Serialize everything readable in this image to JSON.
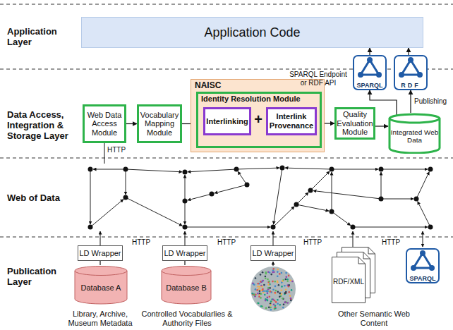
{
  "diagram": {
    "nodes": [
      {
        "text": [
          "Application Code"
        ]
      },
      {
        "text": [
          "SPARQL"
        ]
      },
      {
        "text": [
          "RDF"
        ]
      },
      {
        "text": [
          "Web Data Access Module"
        ]
      },
      {
        "text": [
          "Vocabulary Mapping Module"
        ]
      },
      {
        "text": [
          "NAISC"
        ]
      },
      {
        "text": [
          "Identity Resolution Module"
        ],
        "in": 5
      },
      {
        "text": [
          "Interlinking"
        ],
        "in": 6
      },
      {
        "text": [
          "Interlink Provenance"
        ],
        "in": 6
      },
      {
        "text": [
          "Quality Evaluation Module"
        ]
      },
      {
        "text": [
          "Integrated Web Data"
        ]
      },
      {
        "text": [
          "LD Wrapper"
        ]
      },
      {
        "text": [
          "LD Wrapper"
        ]
      },
      {
        "text": [
          "LD Wrapper"
        ]
      },
      {
        "text": [
          "Database A"
        ]
      },
      {
        "text": [
          "Database B"
        ]
      },
      {
        "text": [
          "RDF/XML"
        ]
      },
      {
        "text": [
          "SPARQL"
        ]
      }
    ],
    "edges": [
      {
        "from": 3,
        "to": 4,
        "arrow": "to"
      },
      {
        "from": 4,
        "to": 6,
        "arrow": "to"
      },
      {
        "from": 6,
        "to": 9,
        "arrow": "to"
      },
      {
        "from": 9,
        "to": 10,
        "arrow": "to"
      },
      {
        "from": 10,
        "to": 1,
        "arrow": "to"
      },
      {
        "from": 10,
        "to": 2,
        "arrow": "to"
      },
      {
        "from": 1,
        "to": 0,
        "arrow": "to"
      },
      {
        "from": 2,
        "to": 0,
        "arrow": "to"
      },
      {
        "from": 14,
        "to": 11,
        "arrow": "none"
      },
      {
        "from": 15,
        "to": 12,
        "arrow": "none"
      }
    ],
    "labels": [
      "Application Layer",
      "SPARQL Endpoint or RDF API",
      "Data Access, Integration & Storage Layer",
      "HTTP",
      "+",
      "Publishing",
      "Web of Data",
      "Publication Layer",
      "HTTP",
      "HTTP",
      "HTTP",
      "HTTP",
      "Library, Archive, Museum Metadata",
      "Controlled Vocabularlies & Authority Files",
      "Other Semantic Web Content"
    ]
  }
}
